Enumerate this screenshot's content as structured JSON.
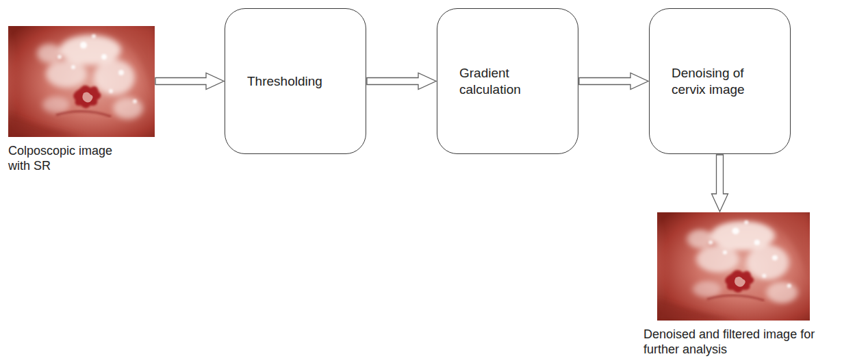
{
  "diagram": {
    "nodes": [
      {
        "text": [
          "Colposcopic image with SR"
        ]
      },
      {
        "text": [
          "Thresholding"
        ]
      },
      {
        "text": [
          "Gradient calculation"
        ]
      },
      {
        "text": [
          "Denoising of cervix image"
        ]
      },
      {
        "text": [
          "Denoised and filtered image for further analysis"
        ]
      }
    ],
    "edges": [
      {
        "from": 0,
        "to": 1,
        "arrow": "to"
      },
      {
        "from": 1,
        "to": 2,
        "arrow": "to"
      },
      {
        "from": 2,
        "to": 3,
        "arrow": "to"
      },
      {
        "from": 3,
        "to": 4,
        "arrow": "to"
      }
    ]
  }
}
